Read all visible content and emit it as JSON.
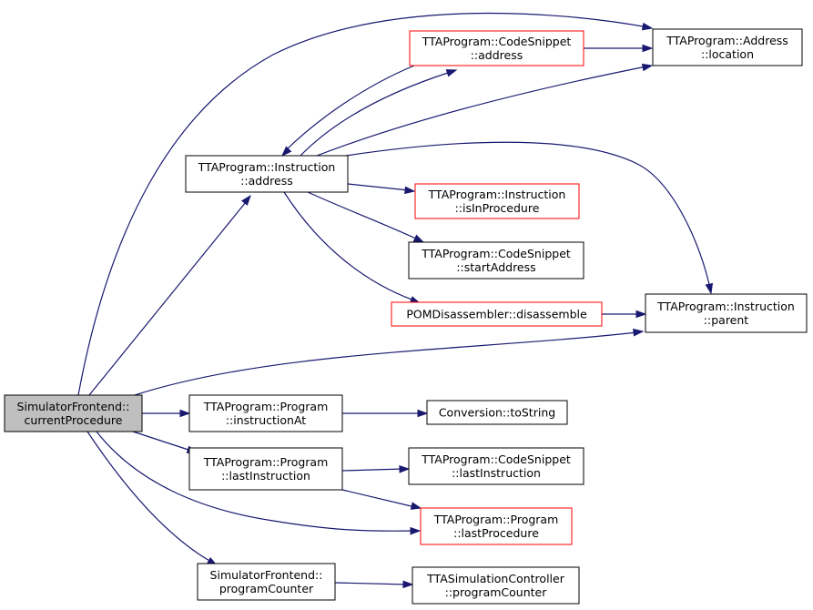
{
  "colors": {
    "edge": "#191970",
    "node_border": "#000000",
    "node_border_highlight": "#ff0000",
    "root_fill": "#bfbfbf",
    "node_fill": "#ffffff"
  },
  "nodes": [
    {
      "id": "root",
      "line1": "SimulatorFrontend::",
      "line2": "currentProcedure",
      "style": "root"
    },
    {
      "id": "instr_address",
      "line1": "TTAProgram::Instruction",
      "line2": "::address",
      "style": "normal"
    },
    {
      "id": "cs_address",
      "line1": "TTAProgram::CodeSnippet",
      "line2": "::address",
      "style": "highlight"
    },
    {
      "id": "addr_location",
      "line1": "TTAProgram::Address",
      "line2": "::location",
      "style": "normal"
    },
    {
      "id": "instr_isinproc",
      "line1": "TTAProgram::Instruction",
      "line2": "::isInProcedure",
      "style": "highlight"
    },
    {
      "id": "cs_start",
      "line1": "TTAProgram::CodeSnippet",
      "line2": "::startAddress",
      "style": "normal"
    },
    {
      "id": "pom_disasm",
      "line1": "POMDisassembler::disassemble",
      "line2": "",
      "style": "highlight"
    },
    {
      "id": "instr_parent",
      "line1": "TTAProgram::Instruction",
      "line2": "::parent",
      "style": "normal"
    },
    {
      "id": "prog_instrat",
      "line1": "TTAProgram::Program",
      "line2": "::instructionAt",
      "style": "normal"
    },
    {
      "id": "conv_tostring",
      "line1": "Conversion::toString",
      "line2": "",
      "style": "normal"
    },
    {
      "id": "prog_lastinstr",
      "line1": "TTAProgram::Program",
      "line2": "::lastInstruction",
      "style": "normal"
    },
    {
      "id": "cs_lastinstr",
      "line1": "TTAProgram::CodeSnippet",
      "line2": "::lastInstruction",
      "style": "normal"
    },
    {
      "id": "prog_lastproc",
      "line1": "TTAProgram::Program",
      "line2": "::lastProcedure",
      "style": "highlight"
    },
    {
      "id": "sf_pc",
      "line1": "SimulatorFrontend::",
      "line2": "programCounter",
      "style": "normal"
    },
    {
      "id": "tsc_pc",
      "line1": "TTASimulationController",
      "line2": "::programCounter",
      "style": "normal"
    }
  ],
  "edges": [
    {
      "from": "root",
      "to": "addr_location"
    },
    {
      "from": "root",
      "to": "instr_address"
    },
    {
      "from": "root",
      "to": "instr_parent"
    },
    {
      "from": "root",
      "to": "prog_instrat"
    },
    {
      "from": "root",
      "to": "prog_lastinstr"
    },
    {
      "from": "root",
      "to": "prog_lastproc"
    },
    {
      "from": "root",
      "to": "sf_pc"
    },
    {
      "from": "instr_address",
      "to": "cs_address"
    },
    {
      "from": "instr_address",
      "to": "addr_location"
    },
    {
      "from": "instr_address",
      "to": "instr_isinproc"
    },
    {
      "from": "instr_address",
      "to": "cs_start"
    },
    {
      "from": "instr_address",
      "to": "pom_disasm"
    },
    {
      "from": "instr_address",
      "to": "instr_parent"
    },
    {
      "from": "cs_address",
      "to": "addr_location"
    },
    {
      "from": "cs_address",
      "to": "instr_address"
    },
    {
      "from": "pom_disasm",
      "to": "instr_parent"
    },
    {
      "from": "prog_instrat",
      "to": "conv_tostring"
    },
    {
      "from": "prog_lastinstr",
      "to": "cs_lastinstr"
    },
    {
      "from": "prog_lastinstr",
      "to": "prog_lastproc"
    },
    {
      "from": "sf_pc",
      "to": "tsc_pc"
    }
  ]
}
